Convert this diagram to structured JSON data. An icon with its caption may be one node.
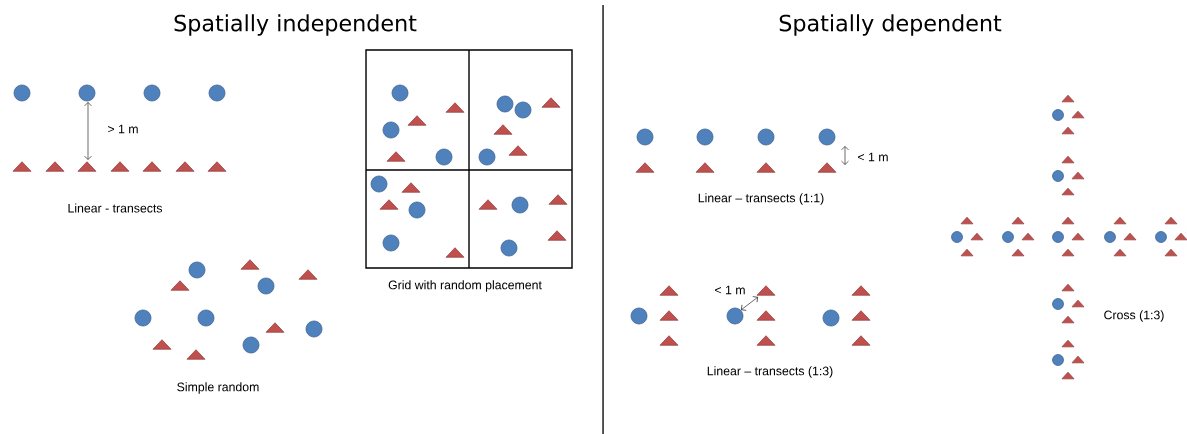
{
  "diagram": {
    "labels": [
      "Spatially independent",
      "Spatially dependent",
      "> 1 m",
      "Linear - transects",
      "Grid with random placement",
      "< 1 m",
      "Linear – transects (1:1)",
      "Simple random",
      "< 1 m",
      "Cross (1:3)",
      "Linear – transects (1:3)"
    ]
  }
}
